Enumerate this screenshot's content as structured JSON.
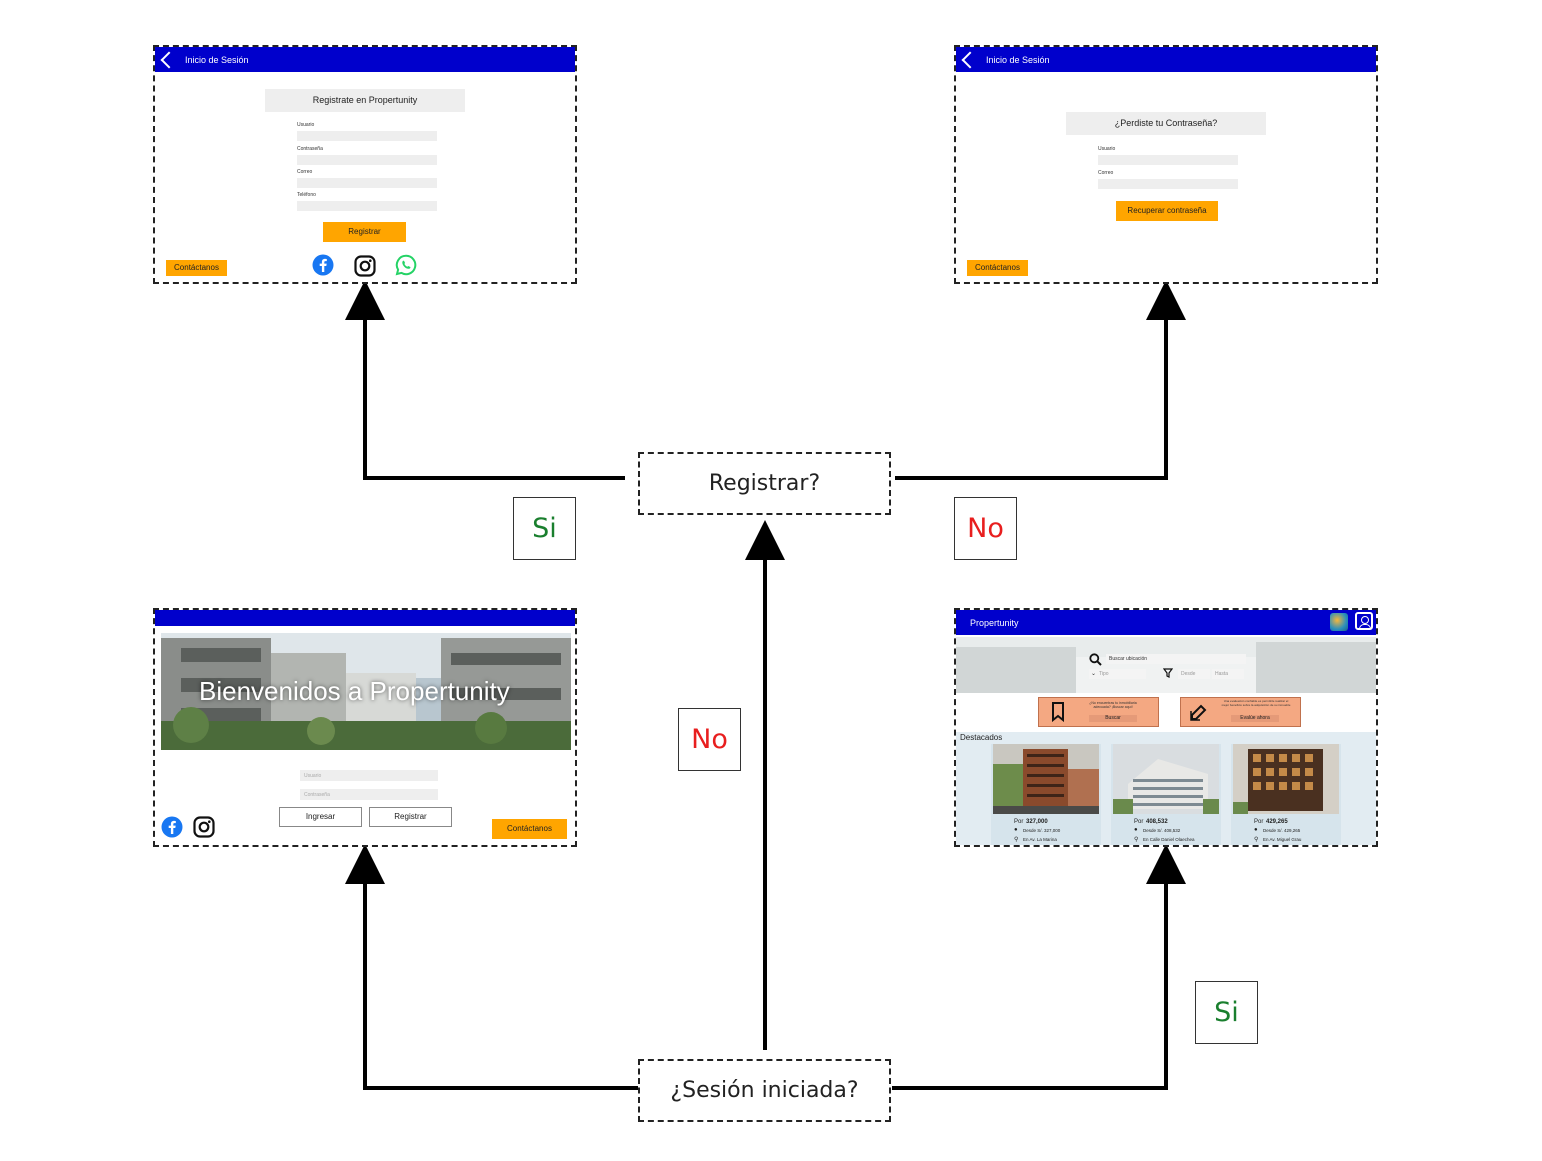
{
  "decisions": {
    "register_q": "Registrar?",
    "session_q": "¿Sesión iniciada?"
  },
  "branch_labels": {
    "register_yes": "Si",
    "register_no": "No",
    "session_no": "No",
    "session_yes": "Si"
  },
  "colors": {
    "yes": "#1a7f2e",
    "no": "#e81e1e",
    "nav": "#0000cc",
    "accent": "#ffa500"
  },
  "register_screen": {
    "back_icon": "chevron-left-icon",
    "title": "Inicio de Sesión",
    "heading": "Registrate en Propertunity",
    "fields": [
      "Usuario",
      "Contraseña",
      "Correo",
      "Teléfono"
    ],
    "submit": "Registrar",
    "contact": "Contáctanos",
    "social_icons": [
      "facebook-icon",
      "instagram-icon",
      "whatsapp-icon"
    ]
  },
  "recover_screen": {
    "back_icon": "chevron-left-icon",
    "title": "Inicio de Sesión",
    "heading": "¿Perdiste tu Contraseña?",
    "fields": [
      "Usuario",
      "Correo"
    ],
    "submit": "Recuperar contraseña",
    "contact": "Contáctanos"
  },
  "welcome_screen": {
    "hero_text": "Bienvenidos a Propertunity",
    "user_placeholder": "Usuario",
    "pass_placeholder": "Contraseña",
    "login": "Ingresar",
    "register": "Registrar",
    "contact": "Contáctanos",
    "social_icons": [
      "facebook-icon",
      "instagram-icon"
    ]
  },
  "home_screen": {
    "brand": "Propertunity",
    "search_placeholder": "Buscar ubicación",
    "type_placeholder": "Tipo",
    "from_placeholder": "Desde",
    "to_placeholder": "Hasta",
    "promo1_text": "¿No encuentras tu inmobiliaria adecuada? ¡Buscar aquí!",
    "promo1_btn": "Buscar",
    "promo2_text": "Una evaluación confiable es permitirle realizar el mejor beneficio sobre la adquisición de su inmueble",
    "promo2_btn": "Evalúe ahora",
    "featured": "Destacados",
    "listings": [
      {
        "price_label": "Por",
        "price": "327,000",
        "from": "Desde S/. 327,000",
        "location": "En Av. La Marina"
      },
      {
        "price_label": "Por",
        "price": "408,532",
        "from": "Desde S/. 408,532",
        "location": "En Calle Daniel Olaechea"
      },
      {
        "price_label": "Por",
        "price": "429,265",
        "from": "Desde S/. 429,265",
        "location": "En Av. Miguel Grau"
      }
    ]
  }
}
